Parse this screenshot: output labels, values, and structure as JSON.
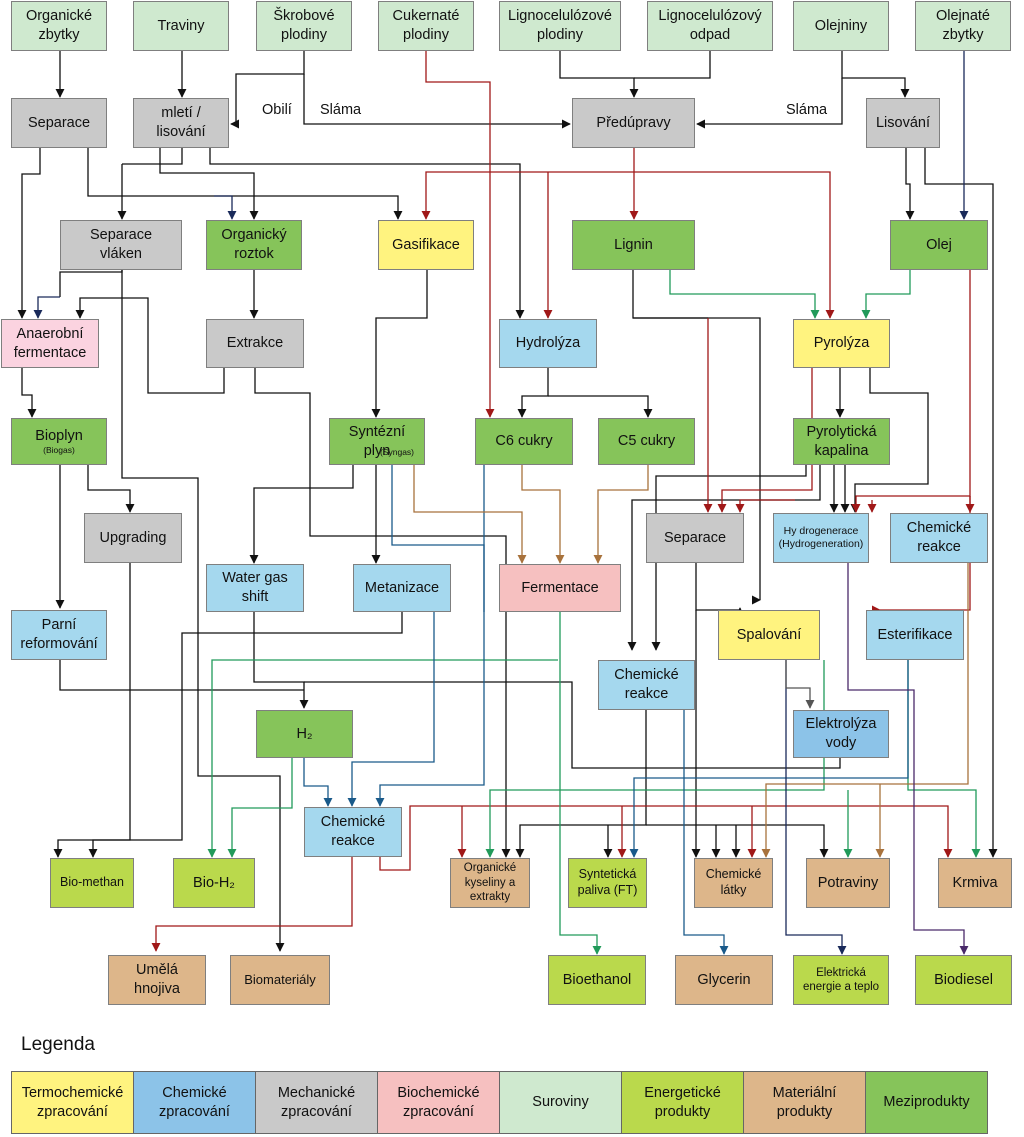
{
  "nodes": {
    "organicke_zbytky": "Organické zbytky",
    "traviny": "Traviny",
    "skrobove_plodiny": "Škrobové plodiny",
    "cukernate_plodiny": "Cukernaté plodiny",
    "lignocelulozove_plodiny": "Lignocelulózové plodiny",
    "lignocelulozovy_odpad": "Lignocelulózový odpad",
    "olejniny": "Olejniny",
    "olejnate_zbytky": "Olejnaté zbytky",
    "separace_1": "Separace",
    "mleti_lisovani": "mletí / lisování",
    "predupravy": "Předúpravy",
    "lisovani": "Lisování",
    "separace_vlaken": "Separace vláken",
    "organicky_roztok": "Organický roztok",
    "gasifikace": "Gasifikace",
    "lignin": "Lignin",
    "olej": "Olej",
    "anaerobni_fermentace": "Anaerobní fermentace",
    "extrakce": "Extrakce",
    "hydrolyza": "Hydrolýza",
    "pyrolyza": "Pyrolýza",
    "bioplyn": "Bioplyn",
    "bioplyn_sub": "(Biogas)",
    "syntezni_plyn": "Syntézní plyn",
    "syntezni_plyn_sub": "(Syngas)",
    "c6_cukry": "C6 cukry",
    "c5_cukry": "C5 cukry",
    "pyrolyticka_kapalina": "Pyrolytická kapalina",
    "upgrading": "Upgrading",
    "separace_2": "Separace",
    "hydrogenerace": "Hy drogenerace (Hydrogeneration)",
    "chemicke_reakce_1": "Chemické reakce",
    "water_gas_shift": "Water gas shift",
    "metanizace": "Metanizace",
    "fermentace": "Fermentace",
    "parni_reformovani": "Parní reformování",
    "spalovani": "Spalování",
    "esterifikace": "Esterifikace",
    "chemicke_reakce_2": "Chemické reakce",
    "h2": "H₂",
    "elektrolyza_vody": "Elektrolýza vody",
    "chemicke_reakce_3": "Chemické reakce",
    "bio_methan": "Bio-methan",
    "bio_h2": "Bio-H₂",
    "organicke_kyseliny": "Organické kyseliny a extrakty",
    "synteticka_paliva": "Syntetická paliva (FT)",
    "chemicke_latky": "Chemické látky",
    "potraviny": "Potraviny",
    "krmiva": "Krmiva",
    "umela_hnojiva": "Umělá hnojiva",
    "biomaterialy": "Biomateriály",
    "bioethanol": "Bioethanol",
    "glycerin": "Glycerin",
    "elektricka_energie": "Elektrická energie a teplo",
    "biodiesel": "Biodiesel"
  },
  "edge_labels": {
    "obili": "Obilí",
    "slama_left": "Sláma",
    "slama_right": "Sláma"
  },
  "legend": {
    "title": "Legenda",
    "items": [
      {
        "label": "Termochemické zpracování",
        "color": "#fff37f"
      },
      {
        "label": "Chemické zpracování",
        "color": "#8cc3e8"
      },
      {
        "label": "Mechanické zpracování",
        "color": "#c9c9c9"
      },
      {
        "label": "Biochemické zpracování",
        "color": "#f6c0c0"
      },
      {
        "label": "Suroviny",
        "color": "#cfe9cf"
      },
      {
        "label": "Energetické produkty",
        "color": "#bad94c"
      },
      {
        "label": "Materiální produkty",
        "color": "#ddb68a"
      },
      {
        "label": "Meziprodukty",
        "color": "#86c45a"
      }
    ]
  },
  "colors": {
    "black": "#111111",
    "red": "#a01818",
    "green": "#219a5a",
    "blue": "#1a5a8a",
    "brown": "#a8723c",
    "navy": "#1a2a5a",
    "purple": "#4a2a6a",
    "gray": "#555555"
  }
}
